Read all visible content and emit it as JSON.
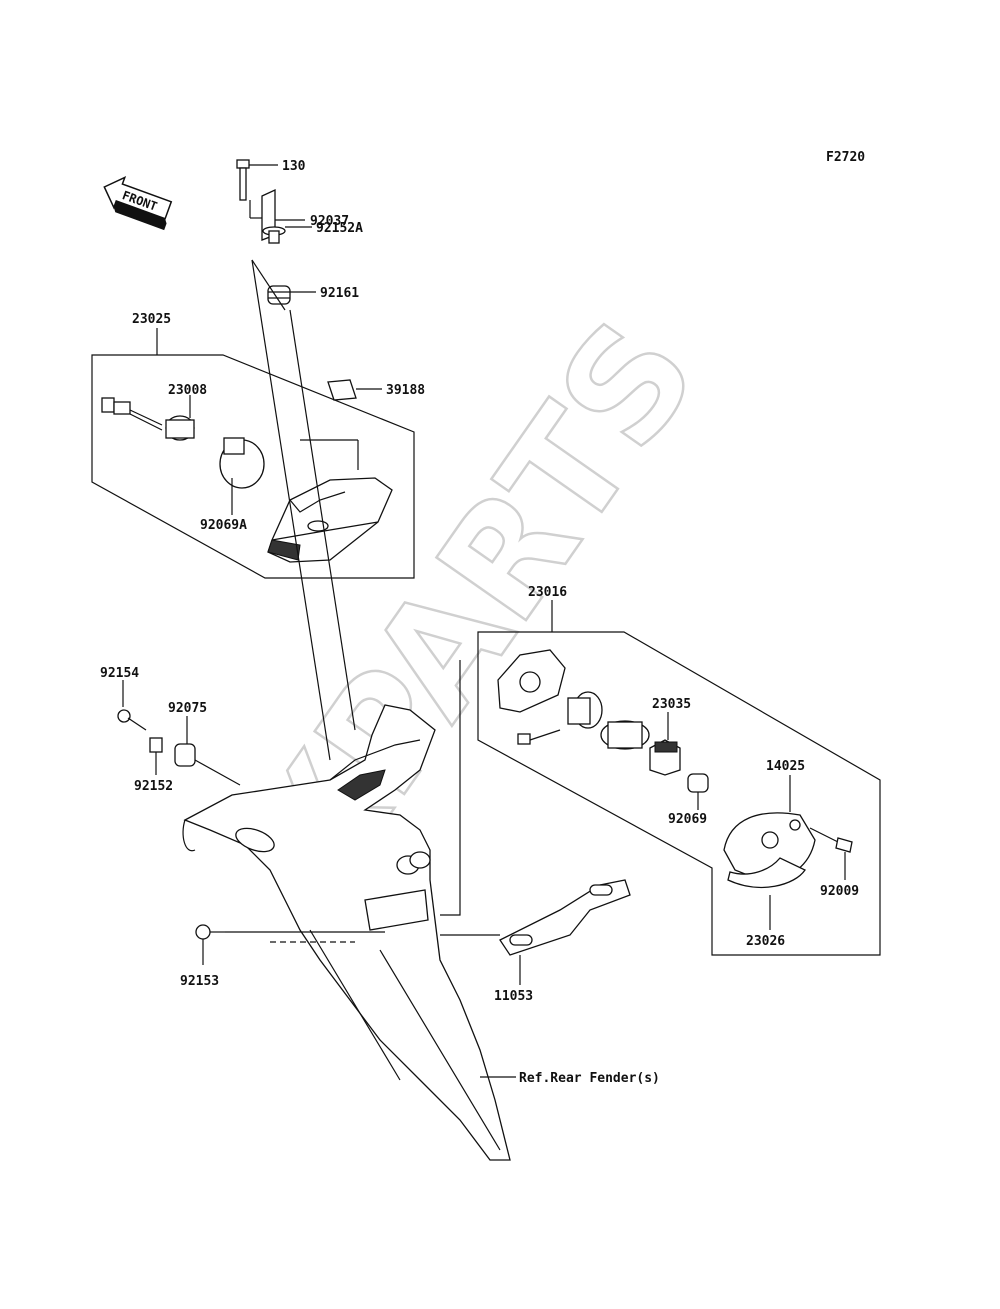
{
  "figure_code": "F2720",
  "front_label": "FRONT",
  "watermark": "XPARTS",
  "ref_label": "Ref.Rear Fender(s)",
  "parts": {
    "p130": "130",
    "p92037": "92037",
    "p92152A": "92152A",
    "p92161": "92161",
    "p23025": "23025",
    "p39188": "39188",
    "p23008": "23008",
    "p92069A": "92069A",
    "p23016": "23016",
    "p23035": "23035",
    "p14025": "14025",
    "p92069": "92069",
    "p92009": "92009",
    "p23026": "23026",
    "p92154": "92154",
    "p92075": "92075",
    "p92152": "92152",
    "p92153": "92153",
    "p11053": "11053"
  }
}
